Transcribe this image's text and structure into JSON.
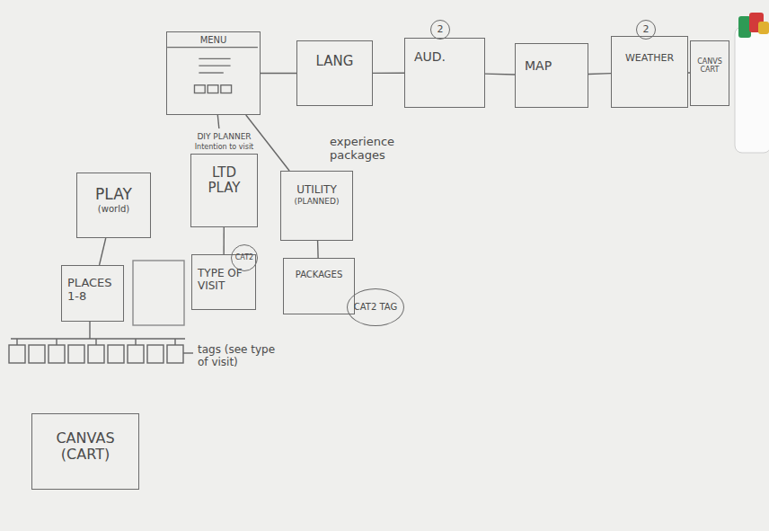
{
  "diagram": {
    "nodes": [
      {
        "text": [
          "2"
        ]
      },
      {
        "text": [
          "2"
        ]
      },
      {
        "text": [
          "MENU"
        ]
      },
      {
        "text": [
          "LANG"
        ]
      },
      {
        "text": [
          "AUD."
        ]
      },
      {
        "text": [
          "MAP"
        ]
      },
      {
        "text": [
          "WEATHER"
        ]
      },
      {
        "text": [
          "CANVS CART"
        ]
      },
      {
        "text": [
          "DIY PLANNER",
          "Intention to visit",
          "LTD PLAY"
        ]
      },
      {
        "text": [
          "experience packages",
          "UTILITY",
          "(PLANNED)"
        ]
      },
      {
        "text": [
          "PLAY",
          "(world)"
        ]
      },
      {
        "text": [
          "CAT2"
        ]
      },
      {
        "text": [
          "TYPE OF VISIT"
        ]
      },
      {
        "text": [
          "PACKAGES"
        ]
      },
      {
        "text": [
          "PLACES 1-8"
        ]
      },
      {
        "text": [
          "CAT2 TAG"
        ]
      },
      {
        "text": [
          "CANVAS (CART)"
        ]
      }
    ],
    "edges": [
      {
        "from": 2,
        "to": 3,
        "arrow": "none"
      },
      {
        "from": 3,
        "to": 4,
        "arrow": "none"
      },
      {
        "from": 4,
        "to": 5,
        "arrow": "none"
      },
      {
        "from": 5,
        "to": 6,
        "arrow": "none"
      },
      {
        "from": 6,
        "to": 7,
        "arrow": "none"
      },
      {
        "from": 2,
        "to": 8,
        "arrow": "none"
      },
      {
        "from": 2,
        "to": 9,
        "arrow": "none"
      },
      {
        "from": 10,
        "to": 14,
        "arrow": "none"
      },
      {
        "from": 8,
        "to": 12,
        "arrow": "none"
      },
      {
        "from": 9,
        "to": 13,
        "arrow": "none"
      }
    ],
    "labels": [
      "tags (see type of visit)"
    ]
  }
}
